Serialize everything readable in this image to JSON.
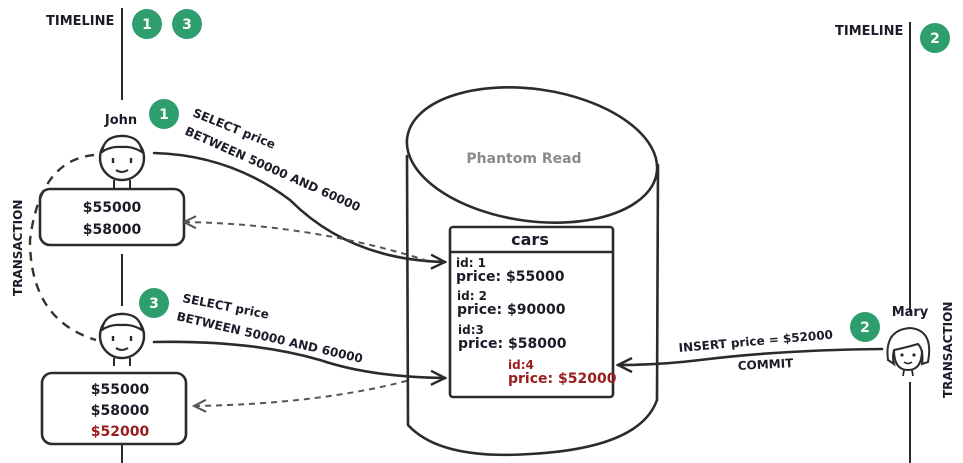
{
  "diagram": {
    "title": "Phantom Read",
    "colors": {
      "badge": "#2e9e6f",
      "highlight": "#9b1c1c",
      "ink": "#1e1a28",
      "title_gray": "#8a8a8a"
    },
    "left_timeline": {
      "label": "TIMELINE",
      "badges": [
        "1",
        "3"
      ],
      "transaction_label": "TRANSACTION",
      "user": "John",
      "result_box_1": [
        "$55000",
        "$58000"
      ],
      "result_box_2": [
        "$55000",
        "$58000",
        "$52000"
      ]
    },
    "right_timeline": {
      "label": "TIMELINE",
      "badges": [
        "2"
      ],
      "transaction_label": "TRANSACTION",
      "user": "Mary"
    },
    "steps": [
      {
        "badge": "1",
        "line1": "SELECT price",
        "line2": "BETWEEN 50000 AND 60000"
      },
      {
        "badge": "2",
        "line1": "INSERT price = $52000",
        "line2": "COMMIT"
      },
      {
        "badge": "3",
        "line1": "SELECT price",
        "line2": "BETWEEN 50000 AND 60000"
      }
    ],
    "table": {
      "name": "cars",
      "rows": [
        {
          "id": "id: 1",
          "price": "price: $55000",
          "new": false
        },
        {
          "id": "id: 2",
          "price": "price: $90000",
          "new": false
        },
        {
          "id": "id:3",
          "price": "price: $58000",
          "new": false
        },
        {
          "id": "id:4",
          "price": "price: $52000",
          "new": true
        }
      ]
    }
  }
}
